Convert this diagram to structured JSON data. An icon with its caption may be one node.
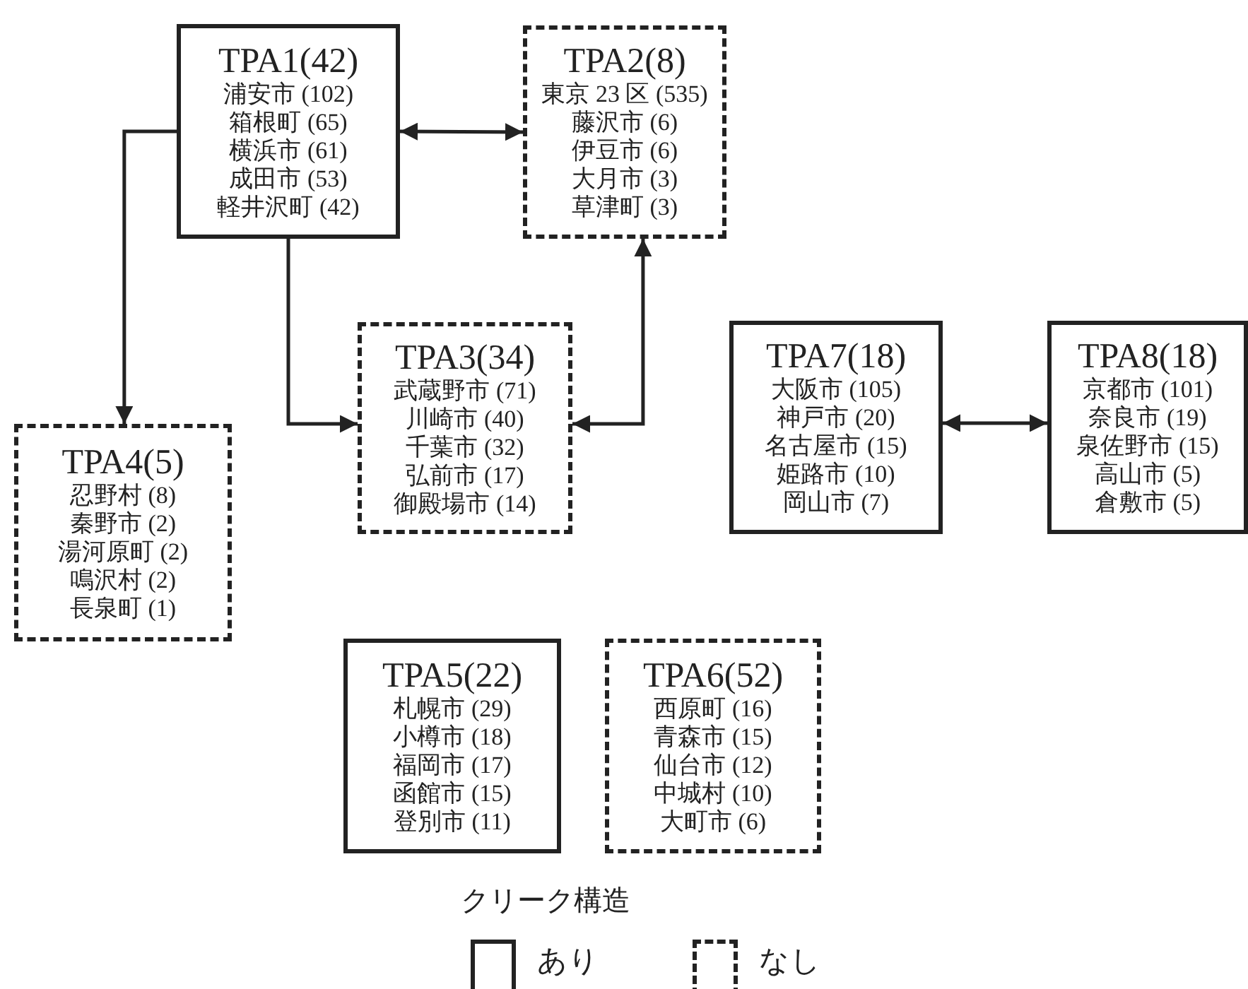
{
  "diagram": {
    "nodes": [
      {
        "text": [
          "TPA1(42)",
          "浦安市 (102)",
          "箱根町 (65)",
          "横浜市 (61)",
          "成田市 (53)",
          "軽井沢町 (42)"
        ]
      },
      {
        "text": [
          "TPA2(8)",
          "東京 23 区 (535)",
          "藤沢市 (6)",
          "伊豆市 (6)",
          "大月市 (3)",
          "草津町 (3)"
        ]
      },
      {
        "text": [
          "TPA3(34)",
          "武蔵野市 (71)",
          "川崎市 (40)",
          "千葉市 (32)",
          "弘前市 (17)",
          "御殿場市 (14)"
        ]
      },
      {
        "text": [
          "TPA4(5)",
          "忍野村 (8)",
          "秦野市 (2)",
          "湯河原町 (2)",
          "鳴沢村 (2)",
          "長泉町 (1)"
        ]
      },
      {
        "text": [
          "TPA5(22)",
          "札幌市 (29)",
          "小樽市 (18)",
          "福岡市 (17)",
          "函館市 (15)",
          "登別市 (11)"
        ]
      },
      {
        "text": [
          "TPA6(52)",
          "西原町 (16)",
          "青森市 (15)",
          "仙台市 (12)",
          "中城村 (10)",
          "大町市 (6)"
        ]
      },
      {
        "text": [
          "TPA7(18)",
          "大阪市 (105)",
          "神戸市 (20)",
          "名古屋市 (15)",
          "姫路市 (10)",
          "岡山市 (7)"
        ]
      },
      {
        "text": [
          "TPA8(18)",
          "京都市 (101)",
          "奈良市 (19)",
          "泉佐野市 (15)",
          "高山市 (5)",
          "倉敷市 (5)"
        ]
      }
    ],
    "edges": [
      {
        "from": 0,
        "to": 1,
        "arrow": "both"
      },
      {
        "from": 0,
        "to": 3,
        "arrow": "to"
      },
      {
        "from": 0,
        "to": 2,
        "arrow": "to"
      },
      {
        "from": 2,
        "to": 1,
        "arrow": "both"
      },
      {
        "from": 6,
        "to": 7,
        "arrow": "both"
      }
    ],
    "labels": [
      "クリーク構造"
    ],
    "legend": [
      {
        "text": "あり"
      },
      {
        "text": "なし"
      }
    ]
  }
}
